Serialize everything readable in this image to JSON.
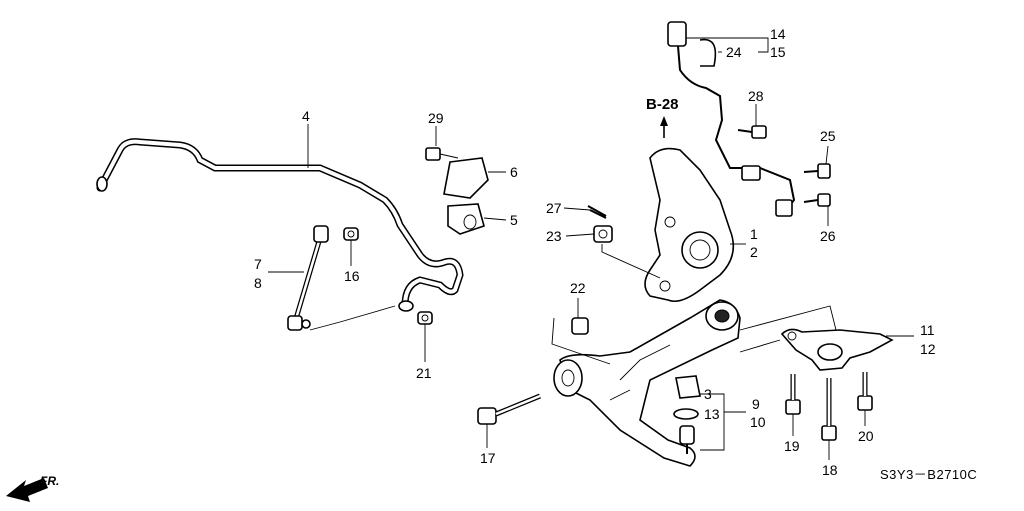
{
  "callouts": {
    "c1": "1",
    "c2": "2",
    "c3": "3",
    "c4": "4",
    "c5": "5",
    "c6": "6",
    "c7": "7",
    "c8": "8",
    "c9": "9",
    "c10": "10",
    "c11": "11",
    "c12": "12",
    "c13": "13",
    "c14": "14",
    "c15": "15",
    "c16": "16",
    "c17": "17",
    "c18": "18",
    "c19": "19",
    "c20": "20",
    "c21": "21",
    "c22": "22",
    "c23": "23",
    "c24": "24",
    "c25": "25",
    "c26": "26",
    "c27": "27",
    "c28": "28",
    "c29": "29"
  },
  "reference": {
    "label": "B-28"
  },
  "diagram_code": "S3Y3－B2710C",
  "direction": {
    "label": "FR."
  }
}
